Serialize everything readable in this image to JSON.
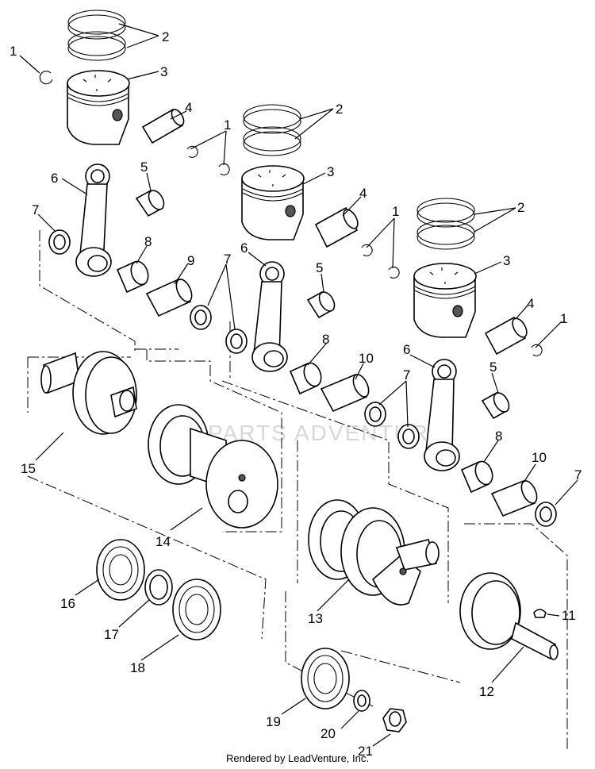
{
  "callouts": {
    "n1": "1",
    "n2": "2",
    "n3": "3",
    "n4": "4",
    "n5": "5",
    "n6": "6",
    "n7": "7",
    "n8": "8",
    "n9": "9",
    "n10": "10",
    "n11": "11",
    "n12": "12",
    "n13": "13",
    "n14": "14",
    "n15": "15",
    "n16": "16",
    "n17": "17",
    "n18": "18",
    "n19": "19",
    "n20": "20",
    "n21": "21"
  },
  "watermark": "PARTS ADVENTURE",
  "footer": "Rendered by LeadVenture, Inc."
}
